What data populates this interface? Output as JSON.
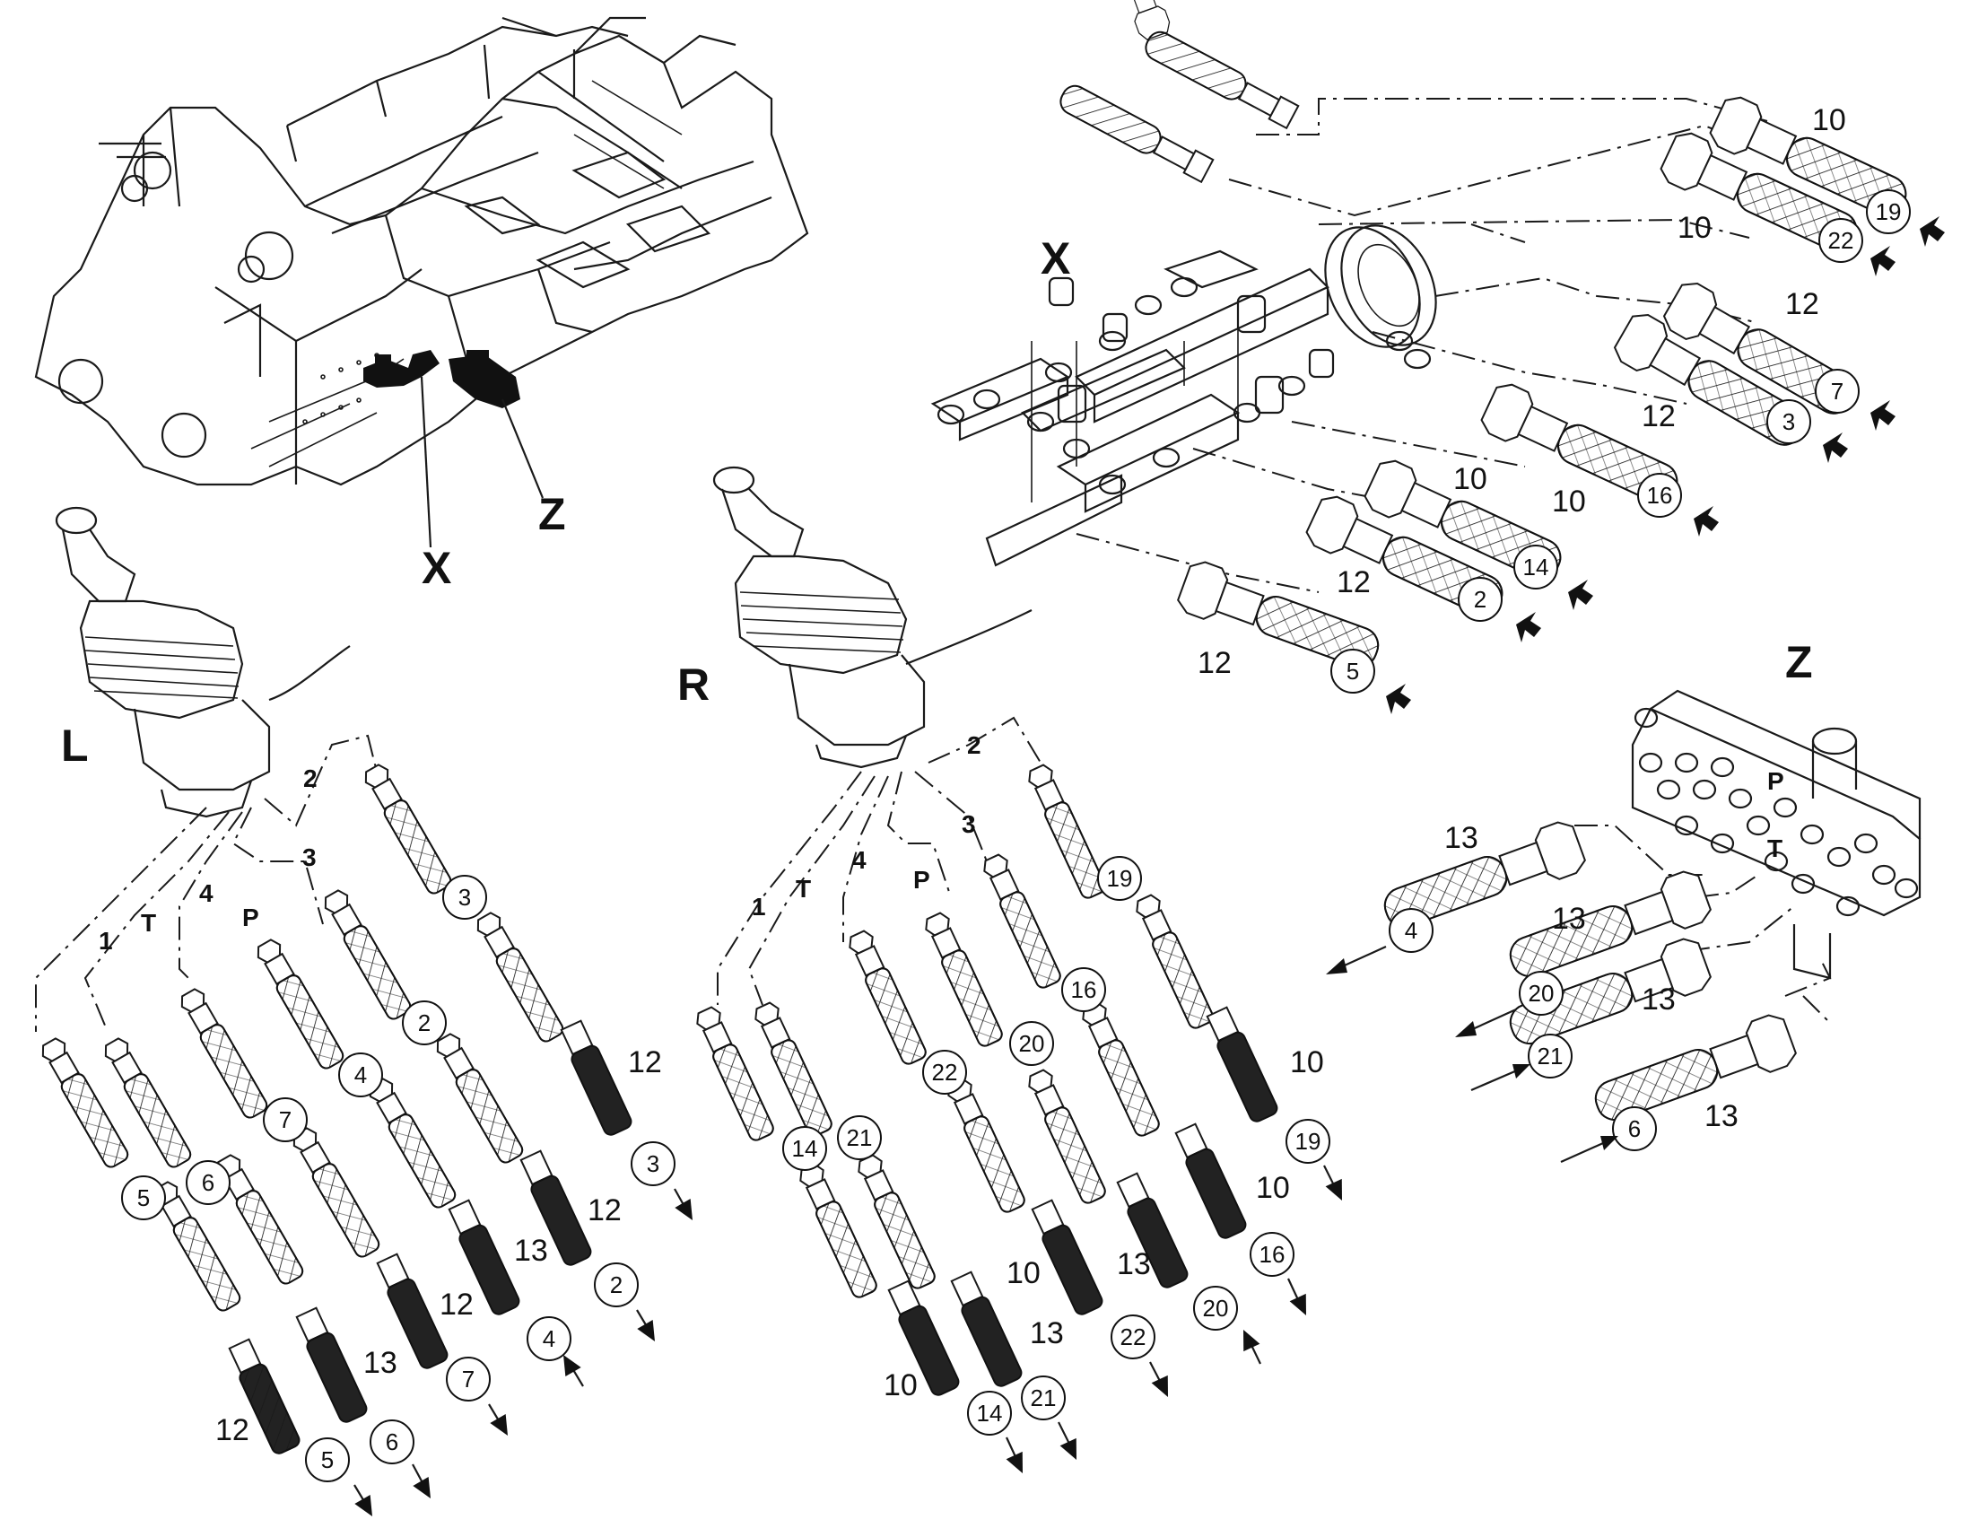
{
  "views": {
    "x": "X",
    "z": "Z",
    "l": "L",
    "r": "R"
  },
  "ports": {
    "one": "1",
    "two": "2",
    "three": "3",
    "four": "4",
    "t": "T",
    "p": "P"
  },
  "sizes": {
    "s10": "10",
    "s12": "12",
    "s13": "13"
  },
  "callouts": {
    "c2": "2",
    "c3": "3",
    "c4": "4",
    "c5": "5",
    "c6": "6",
    "c7": "7",
    "c14": "14",
    "c16": "16",
    "c19": "19",
    "c20": "20",
    "c21": "21",
    "c22": "22"
  },
  "colors": {
    "ink": "#111111",
    "background": "#ffffff"
  }
}
